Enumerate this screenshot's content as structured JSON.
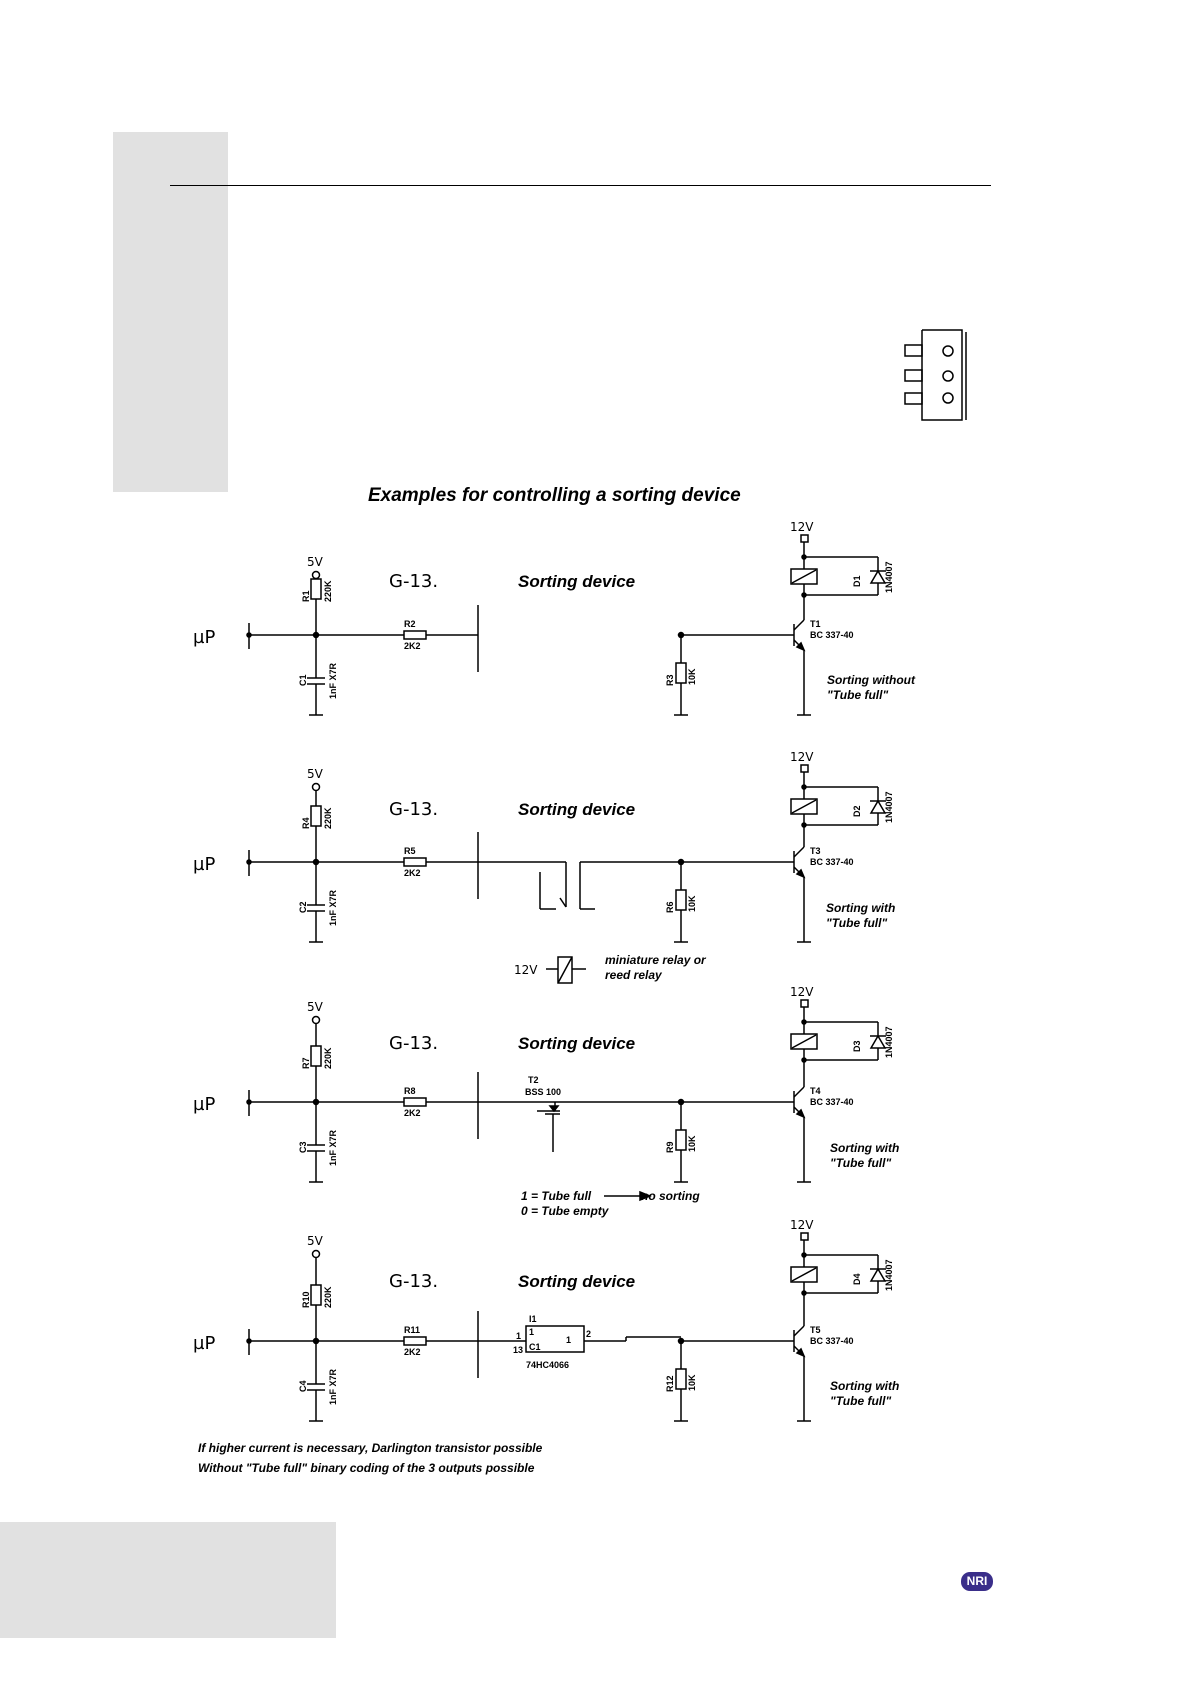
{
  "page": {
    "title": "Examples for controlling a sorting device",
    "footnotes": [
      "If higher current is necessary, Darlington transistor possible",
      "Without \"Tube full\" binary coding of the 3 outputs possible"
    ],
    "logo_text": "NRI"
  },
  "common": {
    "up_label": "µP",
    "five_v": "5V",
    "twelve_v": "12V",
    "g13": "G-13.",
    "sorting_device": "Sorting device",
    "r_pullup_value": "220K",
    "r_series_value": "2K2",
    "cap_value": "1nF X7R",
    "r_pulldown_value": "10K",
    "diode_value": "1N4007",
    "transistor_value": "BC 337-40"
  },
  "circuits": [
    {
      "r_pullup": "R1",
      "r_series": "R2",
      "cap": "C1",
      "r_pulldown": "R3",
      "diode": "D1",
      "transistor": "T1",
      "caption": [
        "Sorting without",
        "\"Tube full\""
      ]
    },
    {
      "r_pullup": "R4",
      "r_series": "R5",
      "cap": "C2",
      "r_pulldown": "R6",
      "diode": "D2",
      "transistor": "T3",
      "caption": [
        "Sorting with",
        "\"Tube full\""
      ]
    },
    {
      "r_pullup": "R7",
      "r_series": "R8",
      "cap": "C3",
      "r_pulldown": "R9",
      "diode": "D3",
      "transistor": "T4",
      "caption": [
        "Sorting with",
        "\"Tube full\""
      ]
    },
    {
      "r_pullup": "R10",
      "r_series": "R11",
      "cap": "C4",
      "r_pulldown": "R12",
      "diode": "D4",
      "transistor": "T5",
      "caption": [
        "Sorting with",
        "\"Tube full\""
      ]
    }
  ],
  "relay_note": {
    "voltage": "12V",
    "line1": "miniature relay or",
    "line2": "reed relay"
  },
  "mosfet": {
    "name": "T2",
    "part": "BSS 100"
  },
  "logic_note": {
    "line1": "1 = Tube full",
    "arrow_text": "no sorting",
    "line2": "0 = Tube empty"
  },
  "ic": {
    "name": "I1",
    "part": "74HC4066",
    "pin_in": "1",
    "pin_out": "2",
    "pin_ctrl": "13",
    "label_1": "1",
    "label_c1": "C1",
    "label_out": "1"
  }
}
